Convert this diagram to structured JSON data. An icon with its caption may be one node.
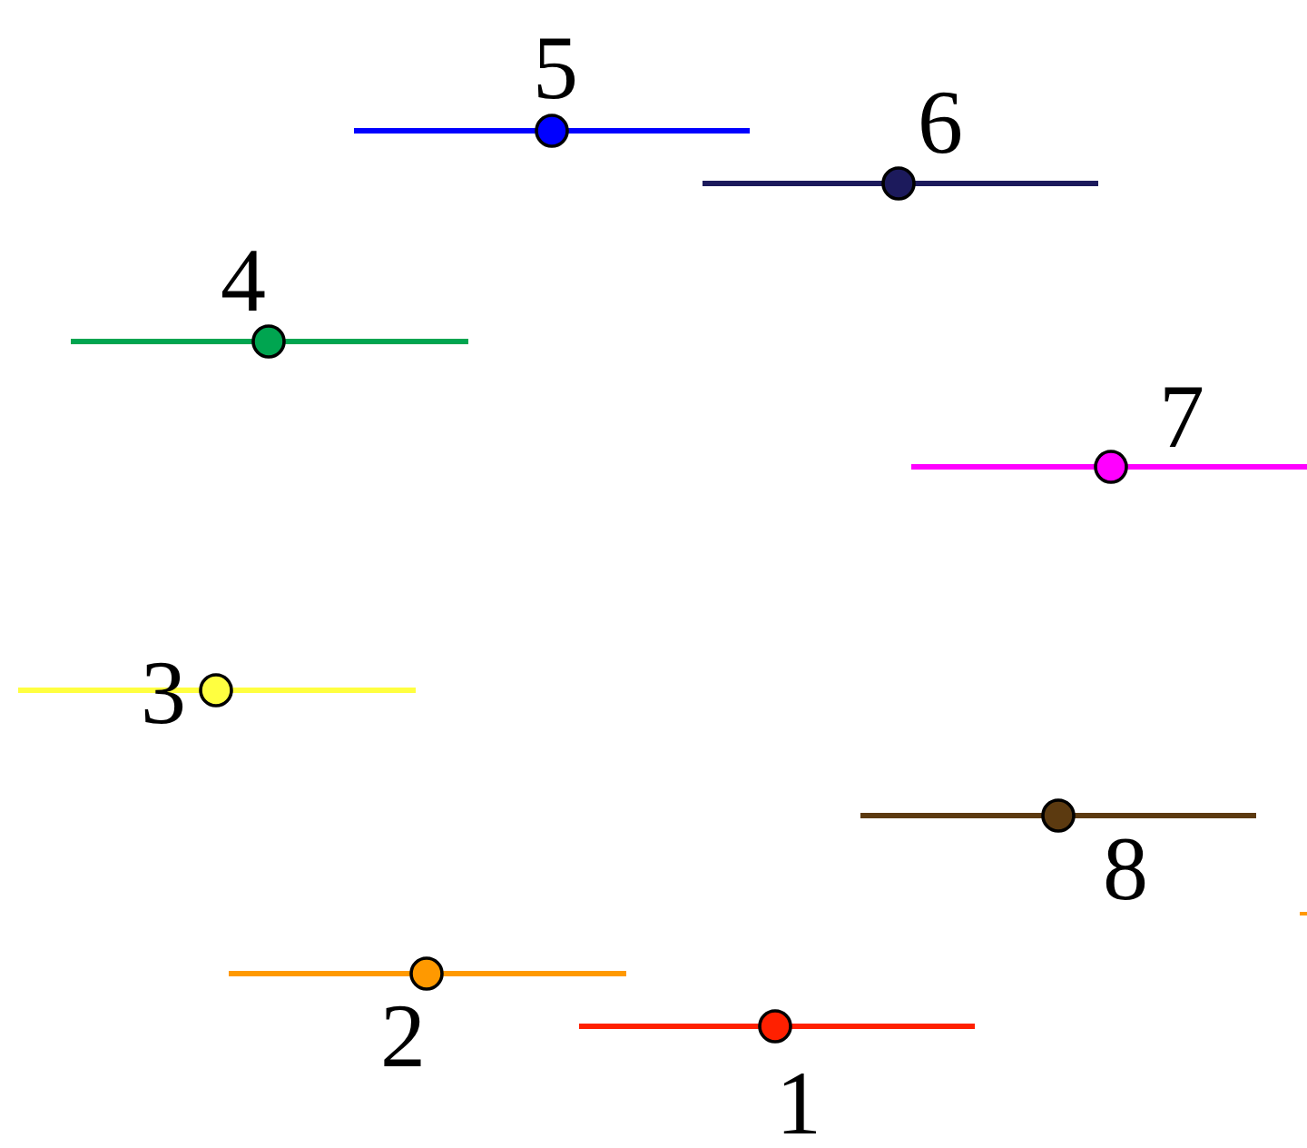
{
  "diagram": {
    "labels": [
      "5",
      "6",
      "4",
      "7",
      "3",
      "8",
      "2",
      "1"
    ]
  }
}
